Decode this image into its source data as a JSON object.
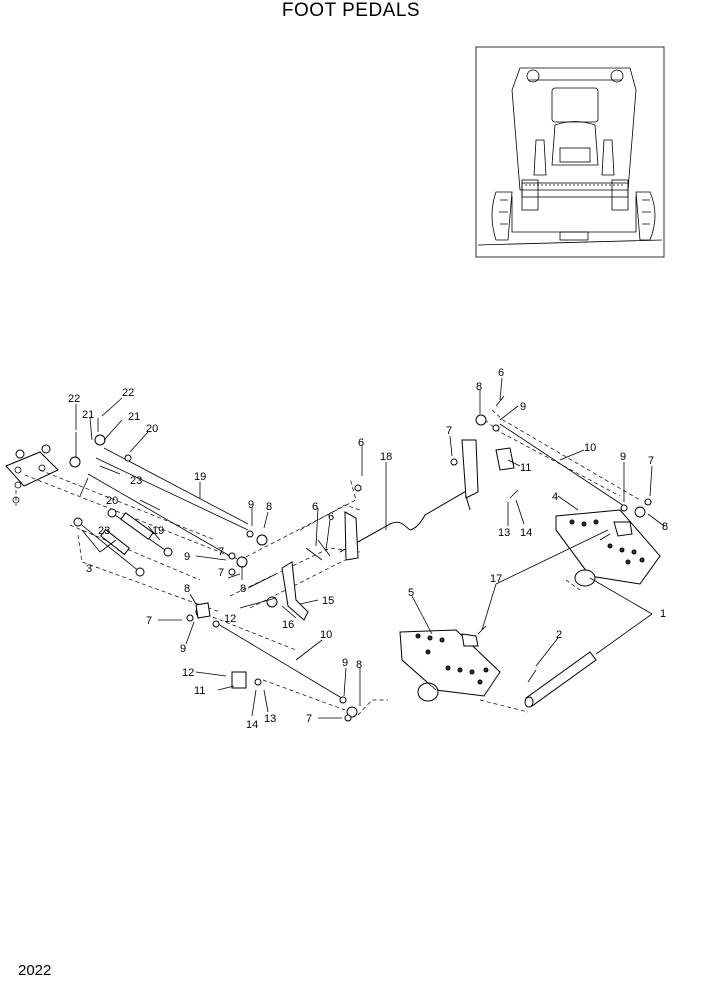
{
  "title": "FOOT PEDALS",
  "page_number": "2022",
  "callouts": [
    "1",
    "2",
    "3",
    "4",
    "5",
    "6",
    "6",
    "6",
    "6",
    "7",
    "7",
    "7",
    "7",
    "7",
    "7",
    "8",
    "8",
    "8",
    "8",
    "8",
    "8",
    "9",
    "9",
    "9",
    "9",
    "9",
    "9",
    "10",
    "10",
    "11",
    "11",
    "12",
    "12",
    "13",
    "13",
    "14",
    "14",
    "15",
    "16",
    "17",
    "18",
    "19",
    "19",
    "20",
    "20",
    "21",
    "21",
    "22",
    "22",
    "23",
    "23"
  ]
}
